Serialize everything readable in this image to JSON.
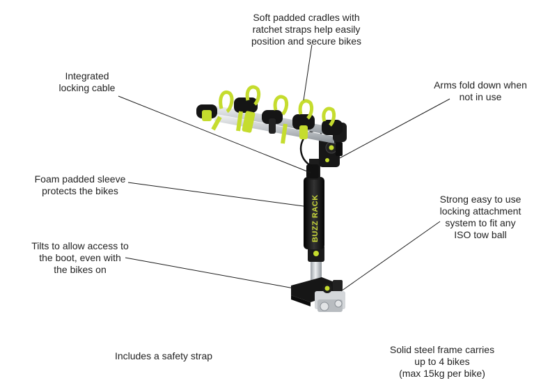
{
  "callouts": {
    "cradles": "Soft padded cradles with\nratchet straps help easily\nposition and secure bikes",
    "locking_cable": "Integrated\nlocking cable",
    "arms": "Arms fold down when\nnot in use",
    "foam": "Foam padded sleeve\nprotects the bikes",
    "attachment": "Strong easy to use\nlocking attachment\nsystem to fit any\nISO tow ball",
    "tilt": "Tilts to allow access to\nthe boot, even with\nthe bikes on",
    "safety_strap": "Includes a safety strap",
    "steel_frame": "Solid steel frame carries\nup to 4 bikes\n(max 15kg per bike)"
  },
  "product": {
    "logo_text": "BUZZ RACK",
    "colors": {
      "accent": "#c5dc2e",
      "frame_black": "#1b1b1b",
      "steel": "#c8ccd0",
      "background": "#ffffff"
    }
  }
}
